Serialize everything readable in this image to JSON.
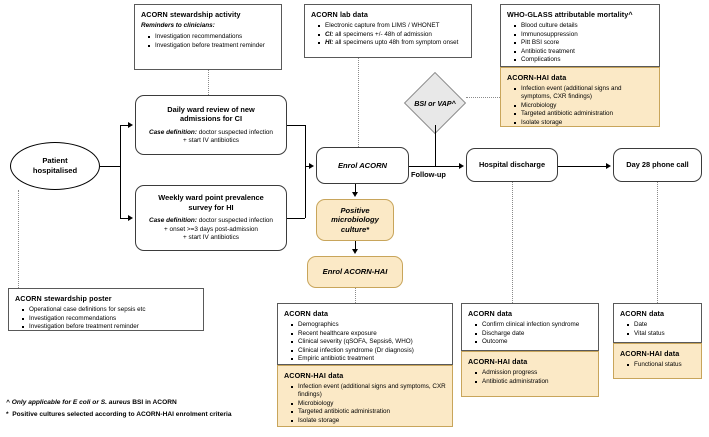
{
  "diagram": {
    "title": "ACORN / ACORN-HAI patient enrolment and data collection flow",
    "colors": {
      "hai_fill": "#fbe9c6",
      "hai_border": "#c8a55b",
      "panel_border": "#595959",
      "decision_fill": "#e8e8e8",
      "decision_border": "#8c8c8c",
      "line": "#000000",
      "dotted_line": "#8a8a8a"
    }
  },
  "nodes": {
    "patient_hospitalised": {
      "label": "Patient\nhospitalised",
      "line1": "Patient",
      "line2": "hospitalised"
    },
    "daily_ward_review": {
      "title_line1": "Daily ward review of new",
      "title_line2": "admissions for CI",
      "case_def_label": "Case definition:",
      "case_def_text": " doctor suspected infection",
      "case_def_line2": "+ start IV antibiotics"
    },
    "weekly_ward_survey": {
      "title_line1": "Weekly ward point prevalence",
      "title_line2": "survey for HI",
      "case_def_label": "Case definition:",
      "case_def_text": " doctor suspected infection",
      "case_def_line2": "+ onset >=3 days post-admission",
      "case_def_line3": "+ start IV antibiotics"
    },
    "enrol_acorn": {
      "label": "Enrol ACORN"
    },
    "positive_microbiology": {
      "line1": "Positive",
      "line2": "microbiology",
      "line3": "culture*"
    },
    "enrol_acorn_hai": {
      "label": "Enrol ACORN-HAI"
    },
    "decision_bsi_vap": {
      "label": "BSI or VAP^"
    },
    "hospital_discharge": {
      "label": "Hospital discharge"
    },
    "day28_phone_call": {
      "label": "Day 28 phone call"
    }
  },
  "edges": {
    "followup_label": "Follow-up"
  },
  "panels": {
    "stewardship_activity": {
      "title": "ACORN stewardship activity",
      "subtitle": "Reminders to clinicians:",
      "items": [
        "Investigation recommendations",
        "Investigation before treatment reminder"
      ]
    },
    "lab_data": {
      "title": "ACORN lab data",
      "items": [
        {
          "prefix": "",
          "text": "Electronic capture from LIMS / WHONET"
        },
        {
          "prefix": "CI:",
          "text": " all specimens +/- 48h of admission"
        },
        {
          "prefix": "HI:",
          "text": " all specimens upto 48h from symptom onset"
        }
      ]
    },
    "who_glass": {
      "title": "WHO-GLASS attributable mortality^",
      "items": [
        "Blood culture details",
        "Immunosuppression",
        "Pitt BSI score",
        "Antibiotic treatment",
        "Complications"
      ]
    },
    "hai_bsi_vap": {
      "title": "ACORN-HAI data",
      "items": [
        "Infection event (additional signs and symptoms, CXR findings)",
        "Microbiology",
        "Targeted antibiotic administration",
        "Isolate storage"
      ]
    },
    "stewardship_poster": {
      "title": "ACORN stewardship poster",
      "items": [
        "Operational case definitions for sepsis etc",
        "Investigation recommendations",
        "Investigation before treatment reminder"
      ]
    },
    "enrol_acorn_data": {
      "title": "ACORN data",
      "items": [
        "Demographics",
        "Recent healthcare exposure",
        "Clinical severity (qSOFA, Sepsis6, WHO)",
        "Clinical infection syndrome (Dr diagnosis)",
        "Empiric antibiotic treatment"
      ]
    },
    "enrol_acorn_hai_data": {
      "title": "ACORN-HAI data",
      "items": [
        "Infection event (additional signs and symptoms, CXR findings)",
        "Microbiology",
        "Targeted antibiotic administration",
        "Isolate storage"
      ]
    },
    "discharge_acorn_data": {
      "title": "ACORN data",
      "items": [
        "Confirm clinical infection syndrome",
        "Discharge date",
        "Outcome"
      ]
    },
    "discharge_hai_data": {
      "title": "ACORN-HAI data",
      "items": [
        "Admission progress",
        "Antibiotic administration"
      ]
    },
    "day28_acorn_data": {
      "title": "ACORN data",
      "items": [
        "Date",
        "Vital status"
      ]
    },
    "day28_hai_data": {
      "title": "ACORN-HAI data",
      "items": [
        "Functional status"
      ]
    }
  },
  "footnotes": {
    "caret_marker": "^",
    "caret_italic": "Only applicable for E coli or S. aureus",
    "caret_bold": " BSI in ACORN",
    "star_marker": "*",
    "star_text": "Positive cultures selected according to ACORN-HAI enrolment criteria"
  }
}
